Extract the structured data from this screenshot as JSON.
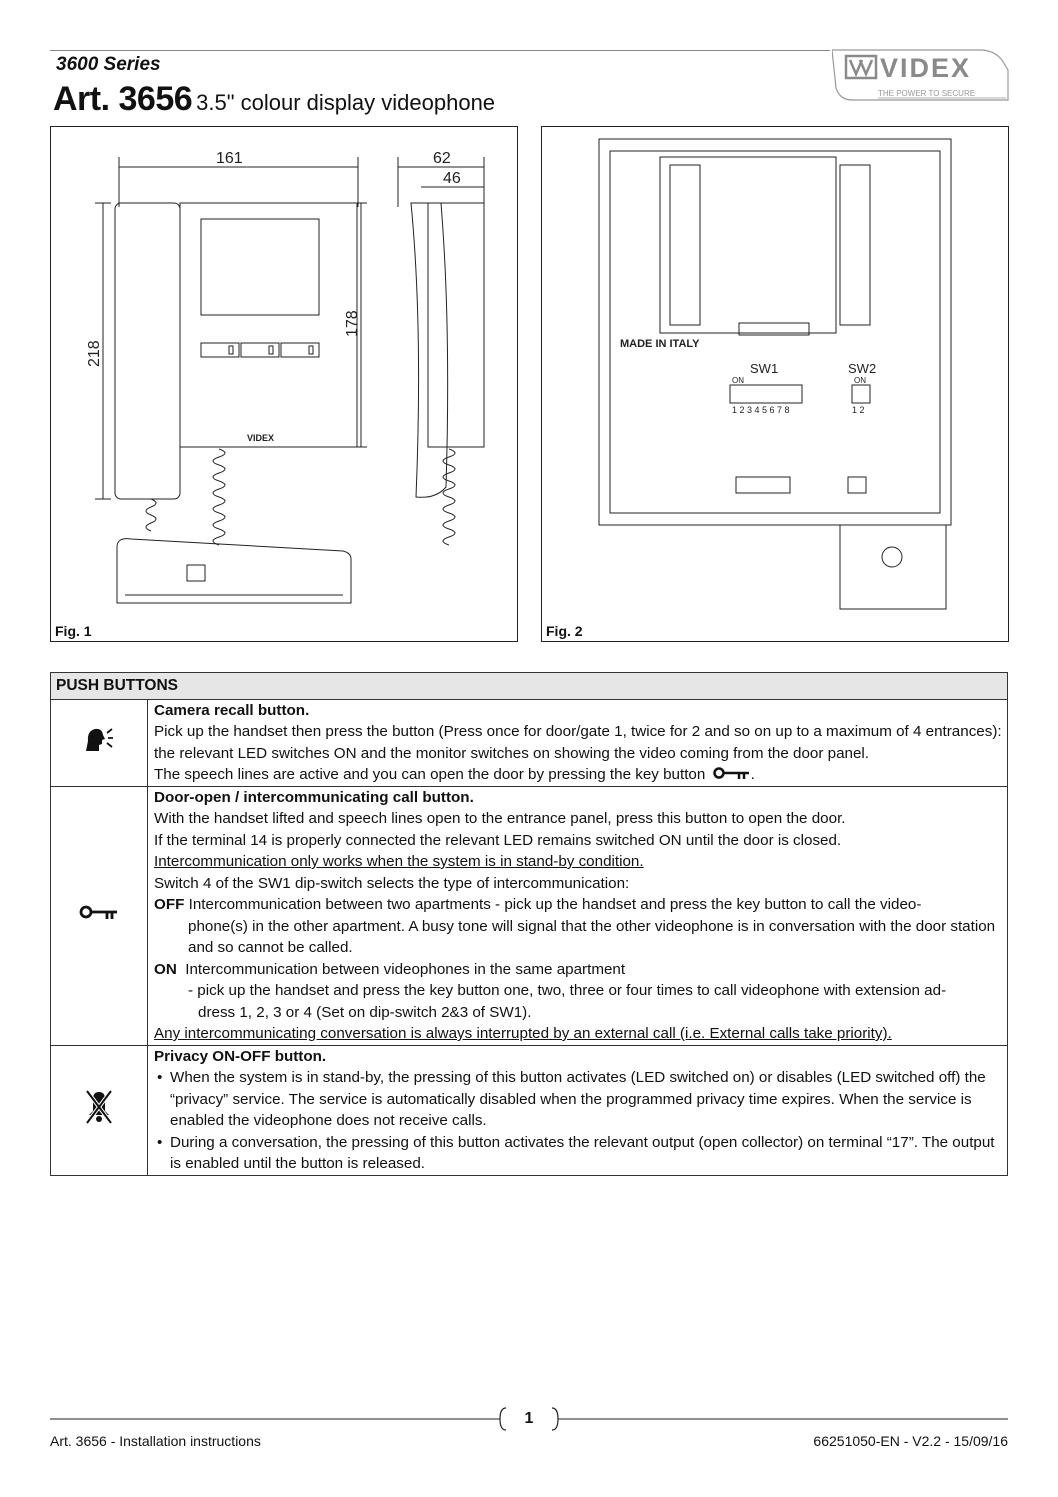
{
  "header": {
    "series": "3600 Series",
    "art_number": "Art. 3656",
    "product_name": "3.5\" colour display videophone",
    "brand": "VIDEX",
    "tagline": "THE POWER TO SECURE"
  },
  "fig1": {
    "caption": "Fig. 1",
    "dims": {
      "width": "161",
      "height": "218",
      "screen_height": "178",
      "depth": "62",
      "depth_inner": "46"
    },
    "brand_label": "VIDEX"
  },
  "fig2": {
    "caption": "Fig. 2",
    "made_in": "MADE IN ITALY",
    "sw1": "SW1",
    "sw2": "SW2",
    "on_label": "ON",
    "sw1_numbers": "1 2 3 4 5 6 7 8",
    "sw2_numbers": "1 2"
  },
  "push_buttons": {
    "heading": "PUSH BUTTONS",
    "camera": {
      "title": "Camera recall button.",
      "text1": "Pick up the handset then press the button (Press once for door/gate 1, twice for 2 and so on up to a maximum of 4 entrances): the relevant LED switches ON and the monitor switches on showing the video coming from the door panel.",
      "text2": "The speech lines are active and you can open the door by pressing the key button",
      "text2_end": "."
    },
    "door": {
      "title": "Door-open / intercommunicating call button.",
      "l1": "With the handset lifted and speech lines open to the entrance panel, press this button to open the door.",
      "l2": "If the terminal 14 is properly connected the relevant LED remains switched ON until the door is closed.",
      "l3": "Intercommunication only works when the system is in stand-by condition.",
      "l4": "Switch 4 of the SW1 dip-switch selects the type of intercommunication:",
      "off_label": "OFF",
      "off_text": "Intercommunication between two apartments - pick up the handset and press the key button to call the video-",
      "off_text2": "phone(s) in the other apartment. A busy tone will signal that the other videophone is in conversation with the door station and so cannot be called.",
      "on_label": "ON",
      "on_text": "Intercommunication between videophones in the same apartment",
      "on_text2": "- pick up the handset and press the key button one, two, three or four times to call videophone with extension ad-",
      "on_text3": "dress 1, 2, 3 or 4 (Set on dip-switch 2&3 of SW1).",
      "l5": "Any intercommunicating conversation is always interrupted by an external call (i.e. External calls take priority)."
    },
    "privacy": {
      "title": "Privacy ON-OFF button.",
      "b1": "When the system is in stand-by, the pressing of this button activates (LED switched on) or disables (LED switched off) the “privacy” service. The service is automatically disabled when the programmed privacy time expires. When the service is enabled the videophone does not receive calls.",
      "b2": "During a conversation, the pressing of this button activates the relevant output (open collector) on terminal “17”. The output is enabled until the button is released."
    }
  },
  "footer": {
    "left": "Art. 3656 - Installation instructions",
    "page": "1",
    "right": "66251050-EN - V2.2 - 15/09/16"
  },
  "icons": [
    "camera-recall-icon",
    "key-icon",
    "privacy-icon",
    "videx-logo"
  ]
}
